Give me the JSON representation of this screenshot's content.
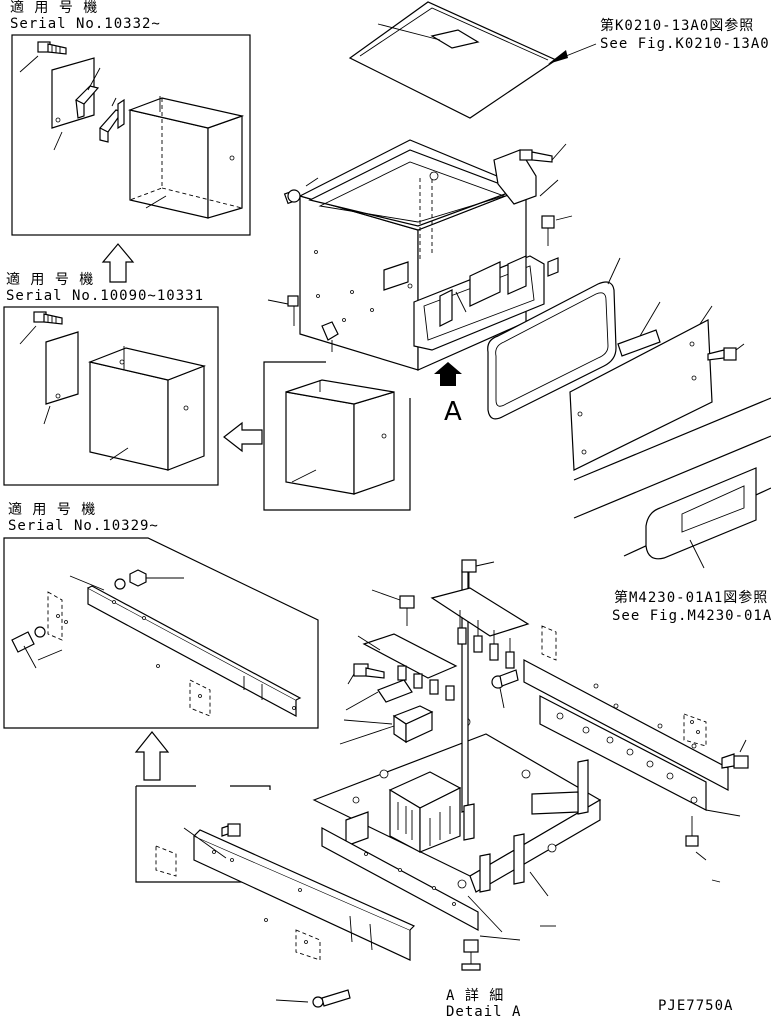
{
  "labels": {
    "applicable_1": "適 用 号 機",
    "serial_1": "Serial No.10332~",
    "applicable_2": "適 用 号 機",
    "serial_2": "Serial No.10090~10331",
    "applicable_3": "適 用 号 機",
    "serial_3": "Serial No.10329~",
    "ref_top_jp": "第K0210-13A0図参照",
    "ref_top_en": "See Fig.K0210-13A0",
    "ref_mid_jp": "第M4230-01A1図参照",
    "ref_mid_en": "See Fig.M4230-01A1",
    "view_letter": "A",
    "detail_jp": "A 詳 細",
    "detail_en": "Detail A",
    "drawing_code": "PJE7750A"
  },
  "colors": {
    "line": "#000000",
    "background": "#ffffff"
  }
}
